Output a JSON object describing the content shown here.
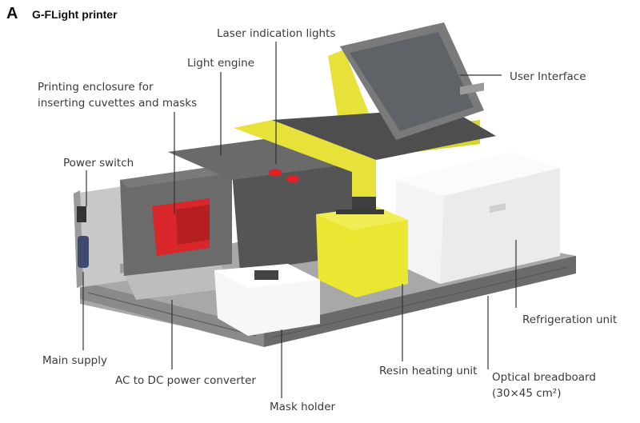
{
  "panel_letter": "A",
  "title": "G-FLight printer",
  "labels": {
    "laser_indication_lights": "Laser indication lights",
    "light_engine": "Light engine",
    "printing_enclosure_line1": "Printing enclosure for",
    "printing_enclosure_line2": "inserting cuvettes and masks",
    "user_interface": "User Interface",
    "power_switch": "Power switch",
    "refrigeration_unit": "Refrigeration unit",
    "main_supply": "Main supply",
    "resin_heating_unit": "Resin heating unit",
    "optical_breadboard_line1": "Optical breadboard",
    "optical_breadboard_line2": "(30×45 cm²)",
    "ac_dc_converter": "AC to DC power converter",
    "mask_holder": "Mask holder"
  },
  "colors": {
    "accent_yellow": "#e6e23a",
    "mask_red": "#d8262a",
    "laser_red": "#e51e25",
    "body_gray": "#5a5a5a",
    "board_gray": "#8f8f8f",
    "white_unit": "#f4f4f4"
  }
}
